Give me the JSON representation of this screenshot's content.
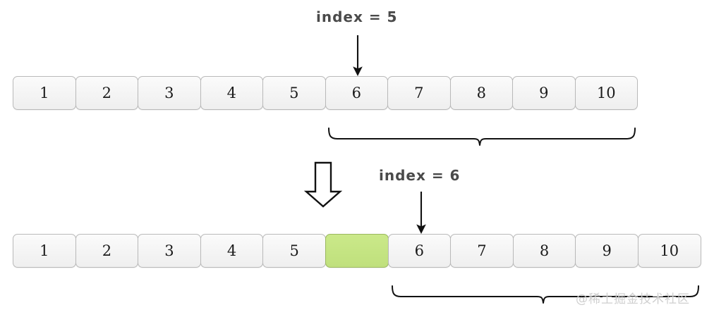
{
  "diagram": {
    "title_top": "index = 5",
    "title_middle": "index = 6",
    "watermark": "@稀土掘金技术社区",
    "colors": {
      "cell_fill": "#f4f4f4",
      "cell_border": "#b9b9b9",
      "highlight_fill": "#c4e482",
      "highlight_border": "#9ab85f",
      "text": "#1b1b1b",
      "label_text": "#4a4a4a",
      "stroke": "#111111",
      "watermark": "#cfcfcf"
    },
    "rows": [
      {
        "name": "before",
        "cells": [
          {
            "value": "1",
            "highlight": false
          },
          {
            "value": "2",
            "highlight": false
          },
          {
            "value": "3",
            "highlight": false
          },
          {
            "value": "4",
            "highlight": false
          },
          {
            "value": "5",
            "highlight": false
          },
          {
            "value": "6",
            "highlight": false
          },
          {
            "value": "7",
            "highlight": false
          },
          {
            "value": "8",
            "highlight": false
          },
          {
            "value": "9",
            "highlight": false
          },
          {
            "value": "10",
            "highlight": false
          }
        ]
      },
      {
        "name": "after",
        "cells": [
          {
            "value": "1",
            "highlight": false
          },
          {
            "value": "2",
            "highlight": false
          },
          {
            "value": "3",
            "highlight": false
          },
          {
            "value": "4",
            "highlight": false
          },
          {
            "value": "5",
            "highlight": false
          },
          {
            "value": "",
            "highlight": true
          },
          {
            "value": "6",
            "highlight": false
          },
          {
            "value": "7",
            "highlight": false
          },
          {
            "value": "8",
            "highlight": false
          },
          {
            "value": "9",
            "highlight": false
          },
          {
            "value": "10",
            "highlight": false
          }
        ]
      }
    ],
    "annotations": {
      "arrow_top_target_index": 5,
      "arrow_middle_target_index": 6,
      "brace_top_from_index": 5,
      "brace_top_to_index": 9,
      "brace_bottom_from_index": 6,
      "brace_bottom_to_index": 10,
      "shift_arrow": "hollow-down-arrow"
    }
  }
}
